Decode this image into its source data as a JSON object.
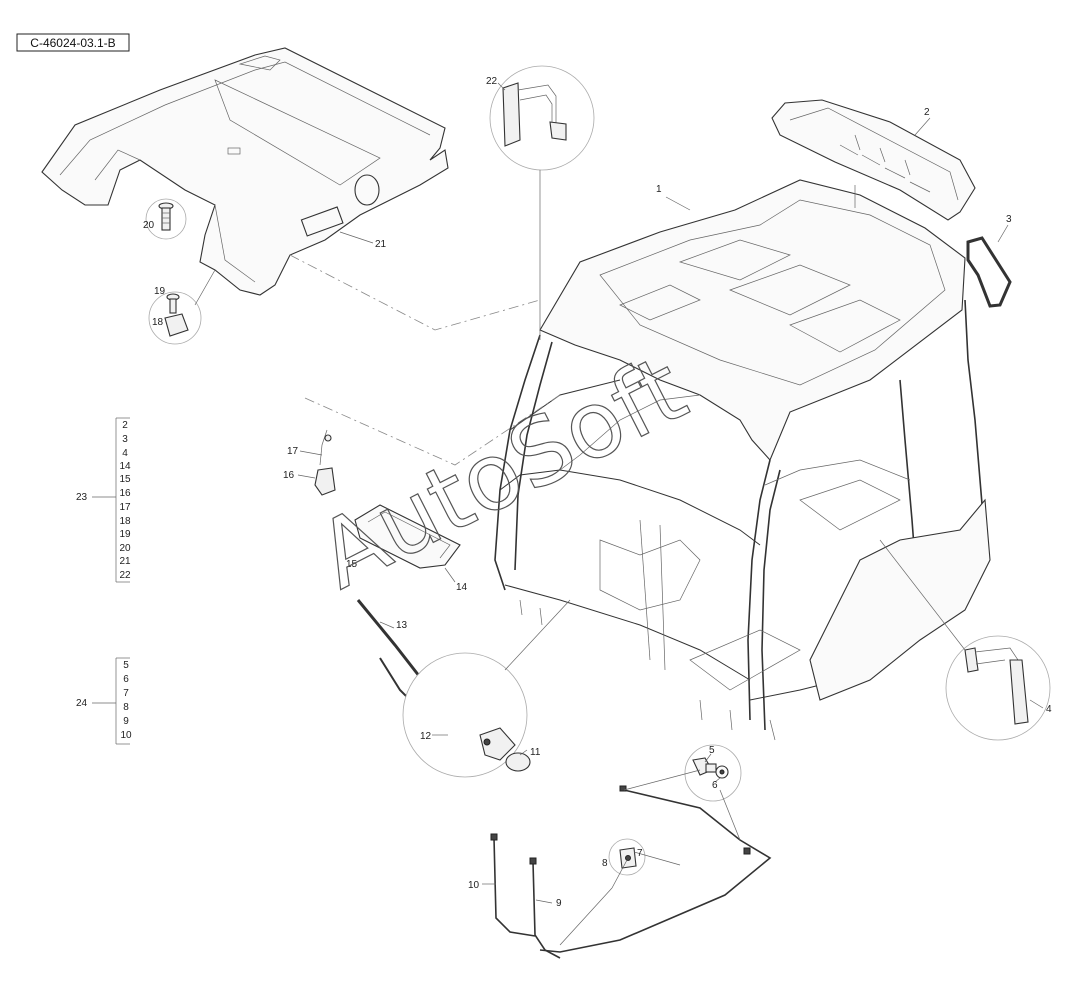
{
  "reference_code": "C-46024-03.1-B",
  "watermark": "AutoSoft",
  "part_labels": {
    "p1": "1",
    "p2": "2",
    "p3": "3",
    "p4": "4",
    "p5": "5",
    "p6": "6",
    "p7": "7",
    "p8": "8",
    "p9": "9",
    "p10": "10",
    "p11": "11",
    "p12": "12",
    "p13": "13",
    "p14": "14",
    "p15": "15",
    "p16": "16",
    "p17": "17",
    "p18": "18",
    "p19": "19",
    "p20": "20",
    "p21": "21",
    "p22": "22"
  },
  "kits": [
    {
      "number": "23",
      "items": [
        "2",
        "3",
        "4",
        "14",
        "15",
        "16",
        "17",
        "18",
        "19",
        "20",
        "21",
        "22"
      ]
    },
    {
      "number": "24",
      "items": [
        "5",
        "6",
        "7",
        "8",
        "9",
        "10"
      ]
    }
  ]
}
